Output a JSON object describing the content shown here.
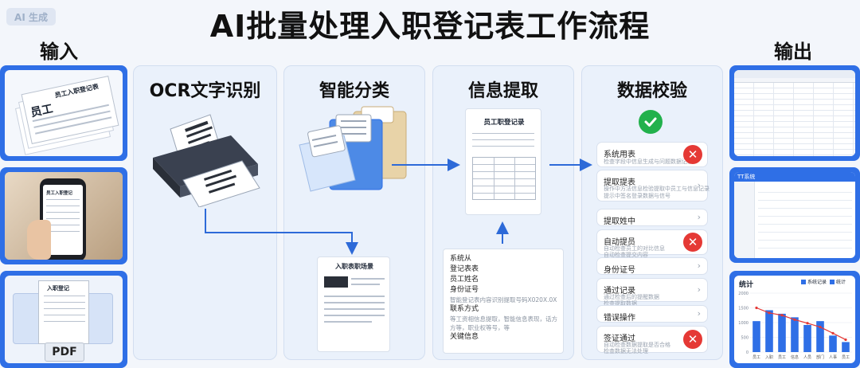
{
  "watermark": "AI 生成",
  "title": "AI批量处理入职登记表工作流程",
  "input_label": "输入",
  "output_label": "输出",
  "inputs": [
    {
      "doc_title": "员工入职登记表",
      "doc_big": "员工"
    },
    {
      "doc_title": "员工入职登记"
    },
    {
      "doc_title": "入职登记",
      "badge": "PDF"
    }
  ],
  "stages": [
    {
      "title": "OCR文字识别"
    },
    {
      "title": "智能分类"
    },
    {
      "title": "信息提取",
      "doc_title": "员工职登记录"
    },
    {
      "title": "数据校验"
    }
  ],
  "ocr_output_doc": "入职表职场景",
  "info_list": [
    {
      "label": "系统从"
    },
    {
      "label": "登记表表"
    },
    {
      "label": "员工姓名"
    },
    {
      "label": "身份证号",
      "sub": "智能登记表内容识别提取号码X020X.0X"
    },
    {
      "label": "联系方式",
      "sub": "等工资相信息提取，智能信息表现，话方方等，职业权等号，等"
    },
    {
      "label": "关键信息"
    }
  ],
  "checks": [
    {
      "label": "系统用表",
      "sub": "检查字段中信息生成与问题数据记录",
      "status": "error"
    },
    {
      "label": "提取提表",
      "sub": "操作中方法信息检验提取中员工与信息记录\n提示中签名登录数据与信号",
      "status": "chevron"
    },
    {
      "label": "提取姓中",
      "status": "chevron"
    },
    {
      "label": "自动提员",
      "sub": "自动检查员工的对比信息\n自动检查提交内容",
      "status": "error"
    },
    {
      "label": "身份证号",
      "status": "chevron"
    },
    {
      "label": "通过记录",
      "sub": "通过检查后的提醒数据\n检查提取数据",
      "status": "chevron"
    },
    {
      "label": "错误操作",
      "status": "chevron"
    },
    {
      "label": "签证通过",
      "sub": "自动检查数据提取是否合格\n检查数据无法处理",
      "status": "error"
    }
  ],
  "outputs": {
    "app_title": "TT系统",
    "chart": {
      "title": "统计",
      "legend": [
        "系统记录",
        "统计"
      ],
      "categories": [
        "员工",
        "入职",
        "员工",
        "信息",
        "人员",
        "部门",
        "人事",
        "员工"
      ]
    }
  },
  "colors": {
    "accent": "#2f6fe6",
    "arrow": "#2d6ad8",
    "error": "#e53935",
    "ok": "#22b14c"
  },
  "icons": [
    "printer-icon",
    "folders-icon",
    "check-icon",
    "x-icon",
    "chevron-right-icon"
  ],
  "chart_data": {
    "type": "bar",
    "title": "统计",
    "categories": [
      "员工",
      "入职",
      "员工",
      "信息",
      "人员",
      "部门",
      "人事",
      "员工"
    ],
    "series": [
      {
        "name": "系统记录",
        "type": "bar",
        "values": [
          1050,
          1420,
          1300,
          1180,
          920,
          1050,
          560,
          340
        ]
      },
      {
        "name": "统计",
        "type": "line",
        "values": [
          1500,
          1330,
          1250,
          1100,
          980,
          850,
          640,
          420
        ]
      }
    ],
    "ylim": [
      0,
      2000
    ],
    "yticks": [
      0,
      500,
      1000,
      1500,
      2000
    ]
  }
}
